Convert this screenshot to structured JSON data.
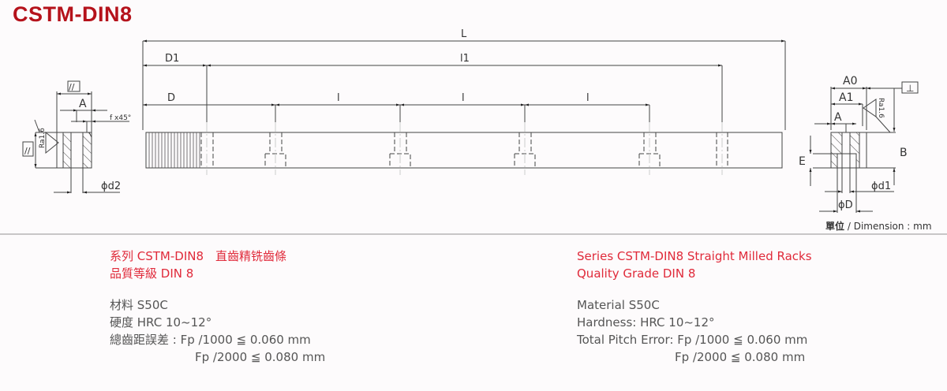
{
  "header": {
    "title": "CSTM-DIN8"
  },
  "drawing": {
    "left_view": {
      "parallel_symbol": "//",
      "dim_A": "A",
      "chamfer": "f x45°",
      "roughness": "Ra1.6",
      "dim_d2": "ϕd2"
    },
    "front_view": {
      "dim_L": "L",
      "dim_D1": "D1",
      "dim_l1": "l1",
      "dim_D": "D",
      "dim_l": [
        "l",
        "l",
        "l"
      ]
    },
    "right_view": {
      "dim_A0": "A0",
      "dim_A1": "A1",
      "dim_A": "A",
      "perpendicular_symbol": "⊥",
      "roughness": "Ra1.6",
      "dim_B": "B",
      "dim_E": "E",
      "dim_d1": "ϕd1",
      "dim_D": "ϕD"
    },
    "unit_label_cjk": "單位",
    "unit_label_en": "/ Dimension : mm"
  },
  "spec_zh": {
    "series": "系列 CSTM-DIN8　直齒精铣齒條",
    "quality": "品質等級 DIN 8",
    "material": "材料 S50C",
    "hardness": "硬度 HRC 10~12°",
    "pitch_error_1": "總齒距誤差 : Fp /1000 ≦ 0.060 mm",
    "pitch_error_2": "Fp /2000 ≦ 0.080 mm"
  },
  "spec_en": {
    "series": "Series CSTM-DIN8   Straight Milled Racks",
    "quality": "Quality Grade DIN 8",
    "material": "Material S50C",
    "hardness": "Hardness: HRC 10~12°",
    "pitch_error_1": "Total Pitch Error: Fp /1000 ≦ 0.060 mm",
    "pitch_error_2": "Fp /2000 ≦ 0.080 mm"
  },
  "colors": {
    "brand_red": "#b5121b",
    "accent_red": "#e02a3a",
    "text_grey": "#555555",
    "line": "#444444"
  }
}
